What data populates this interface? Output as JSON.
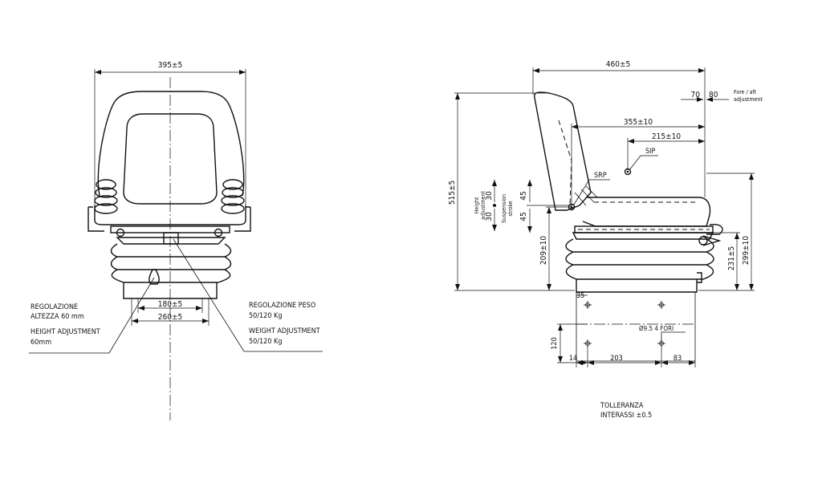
{
  "front_view": {
    "width_dim": "395±5",
    "base_dim_inner": "180±5",
    "base_dim_outer": "260±5",
    "height_adj_it_1": "REGOLAZIONE",
    "height_adj_it_2": "ALTEZZA 60 mm",
    "height_adj_en_1": "HEIGHT ADJUSTMENT",
    "height_adj_en_2": "60mm",
    "weight_adj_it_1": "REGOLAZIONE PESO",
    "weight_adj_it_2": "50/120 Kg",
    "weight_adj_en_1": "WEIGHT ADJUSTMENT",
    "weight_adj_en_2": "50/120 Kg"
  },
  "side_view": {
    "depth_dim": "460±5",
    "fore_aft_70": "70",
    "fore_aft_80": "80",
    "fore_aft_label_1": "Fore / aft",
    "fore_aft_label_2": "adjustment",
    "dim_355": "355±10",
    "dim_215": "215±10",
    "sip_label": "SIP",
    "srp_label": "SRP",
    "overall_height": "515±5",
    "height_adj_30a": "30",
    "height_adj_30b": "30",
    "height_adj_label_1": "Height",
    "height_adj_label_2": "adjustment",
    "susp_45a": "45",
    "susp_45b": "45",
    "susp_label_1": "Suspension",
    "susp_label_2": "stroke",
    "dim_209": "209±10",
    "dim_231": "231±5",
    "dim_299": "299±10"
  },
  "base_plan": {
    "dim_35": "35",
    "holes_note": "Ø9.5  4 FORI",
    "dim_120": "120",
    "dim_14": "14",
    "dim_203": "203",
    "dim_83": "83"
  },
  "tolerance_note": {
    "line1": "TOLLERANZA",
    "line2": "INTERASSI ±0.5"
  }
}
